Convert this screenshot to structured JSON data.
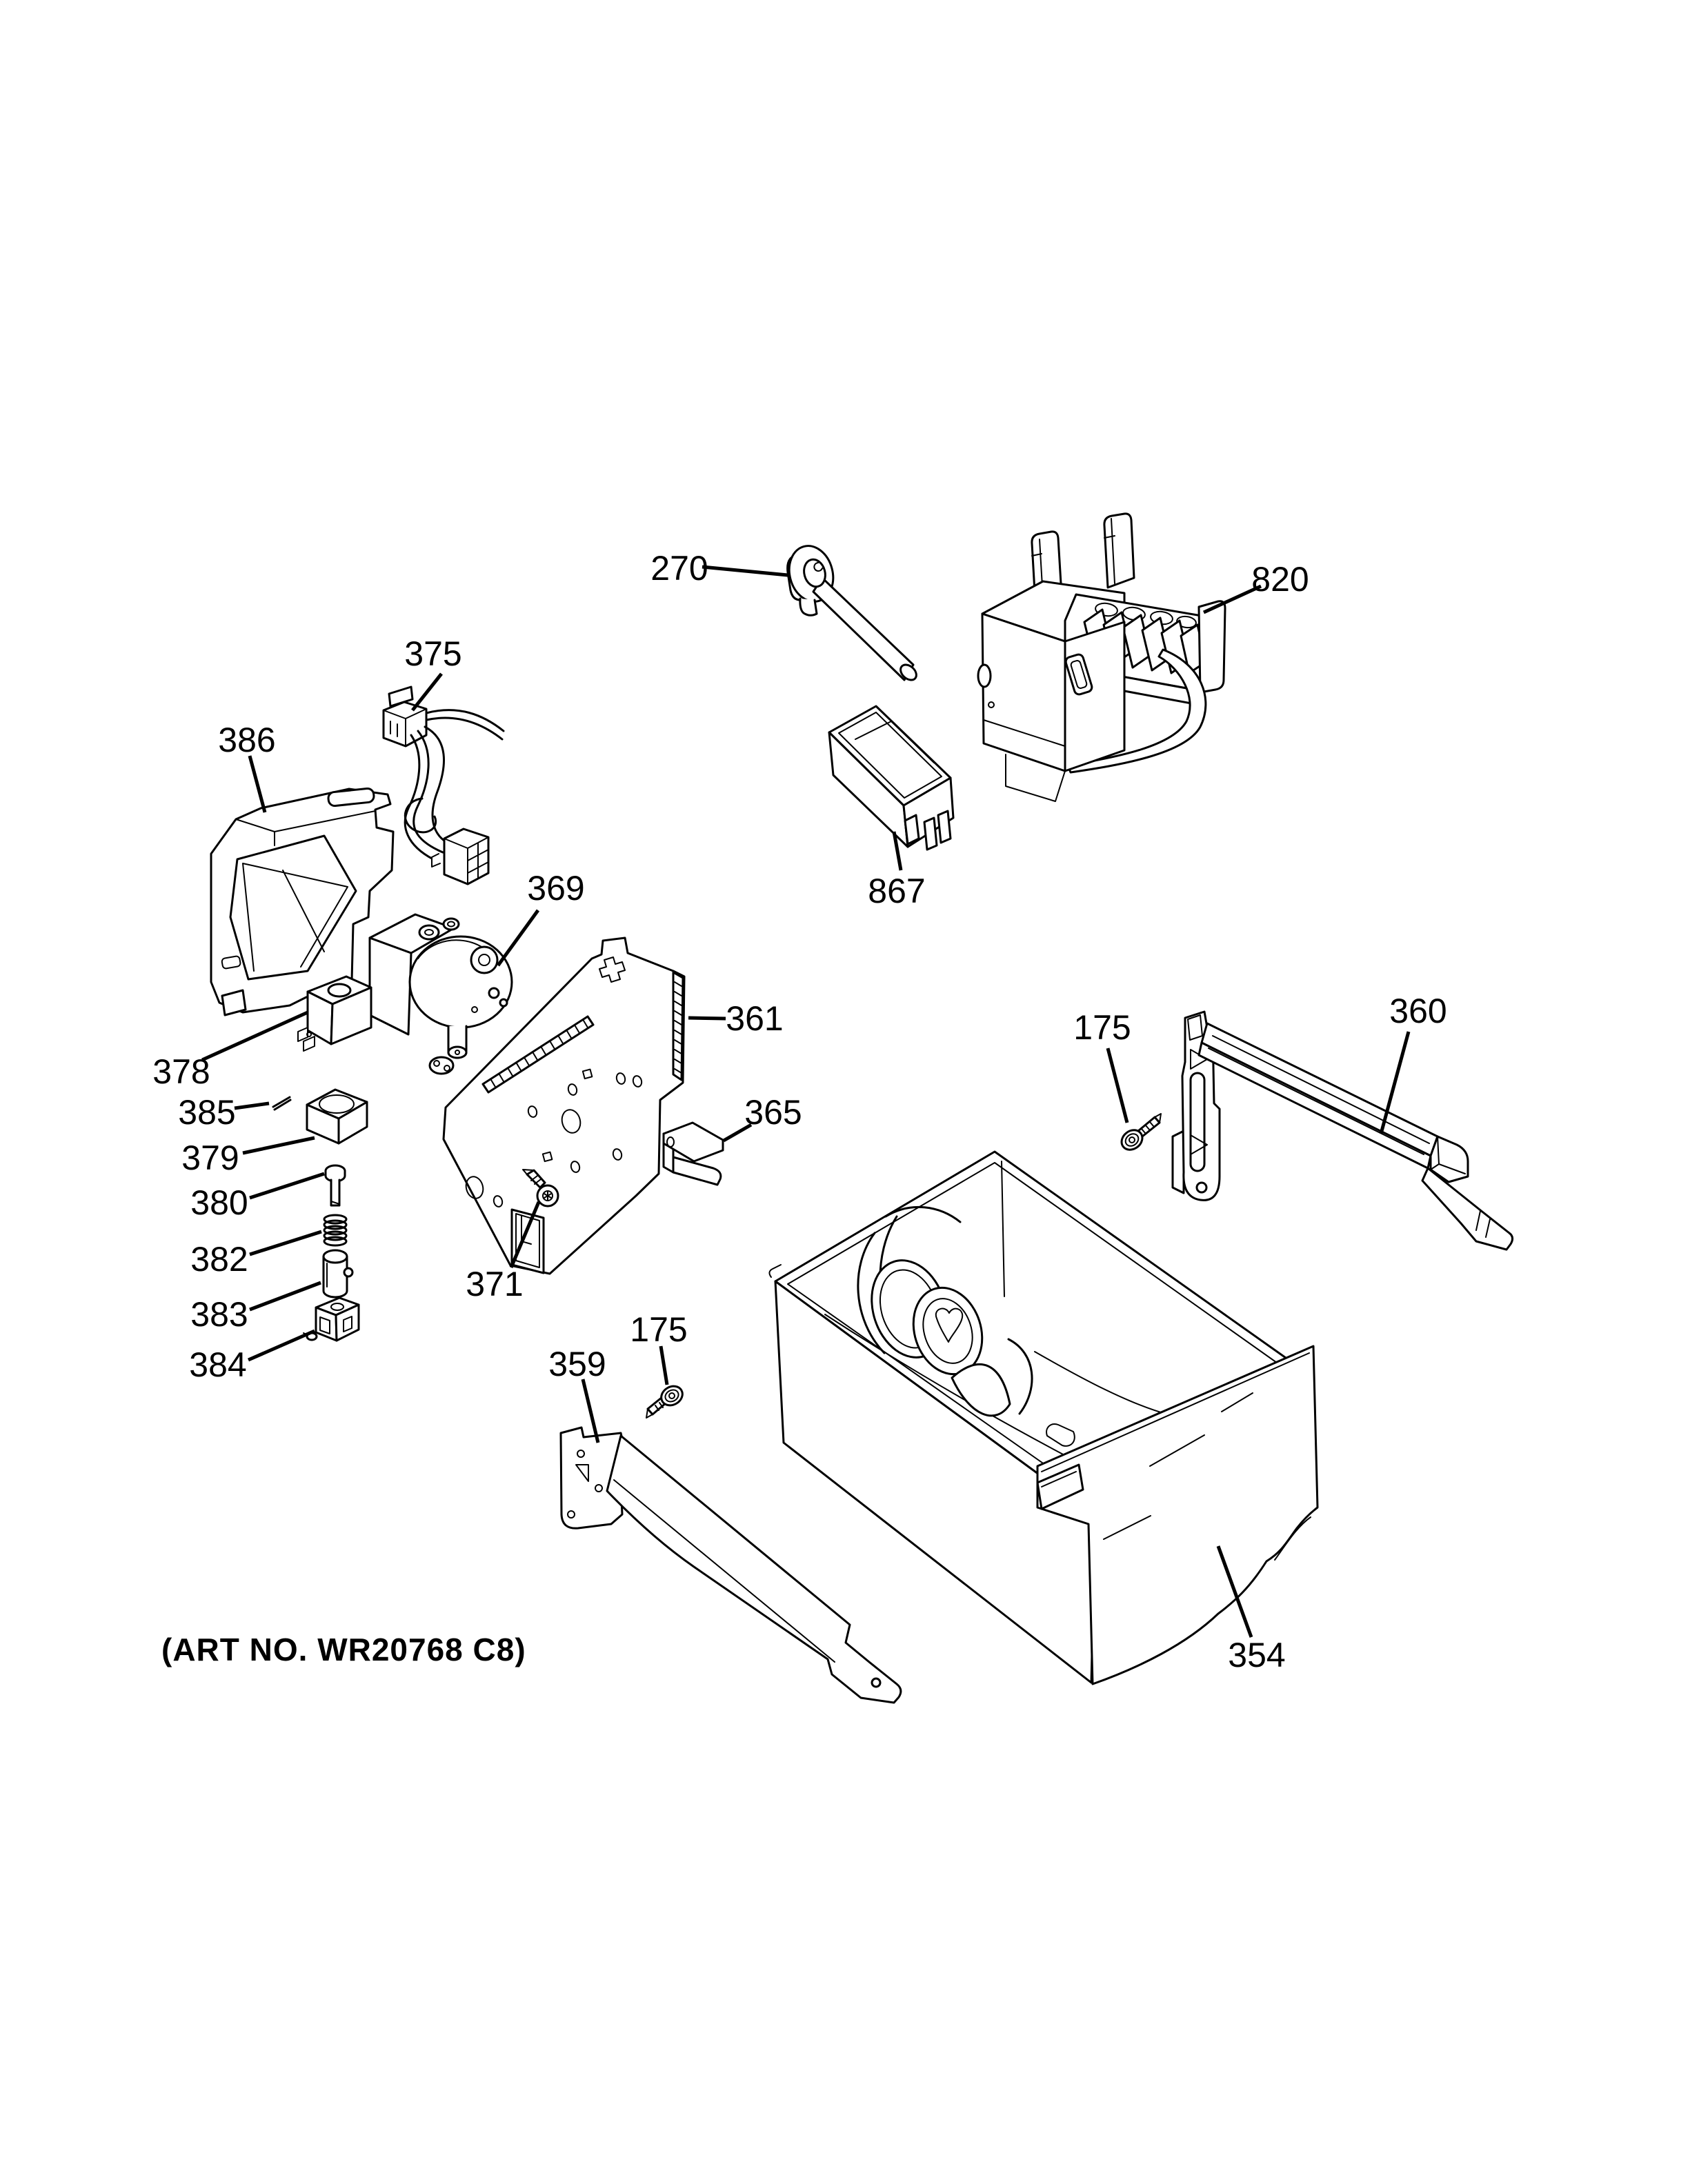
{
  "diagram": {
    "type": "exploded-parts-diagram",
    "art_no": "(ART NO. WR20768 C8)",
    "background_color": "#ffffff",
    "line_color": "#000000",
    "labels": {
      "p175": "175",
      "p270": "270",
      "p354": "354",
      "p359": "359",
      "p360": "360",
      "p361": "361",
      "p365": "365",
      "p369": "369",
      "p371": "371",
      "p375": "375",
      "p378": "378",
      "p379": "379",
      "p380": "380",
      "p382": "382",
      "p383": "383",
      "p384": "384",
      "p385": "385",
      "p386": "386",
      "p820": "820",
      "p867": "867"
    }
  }
}
